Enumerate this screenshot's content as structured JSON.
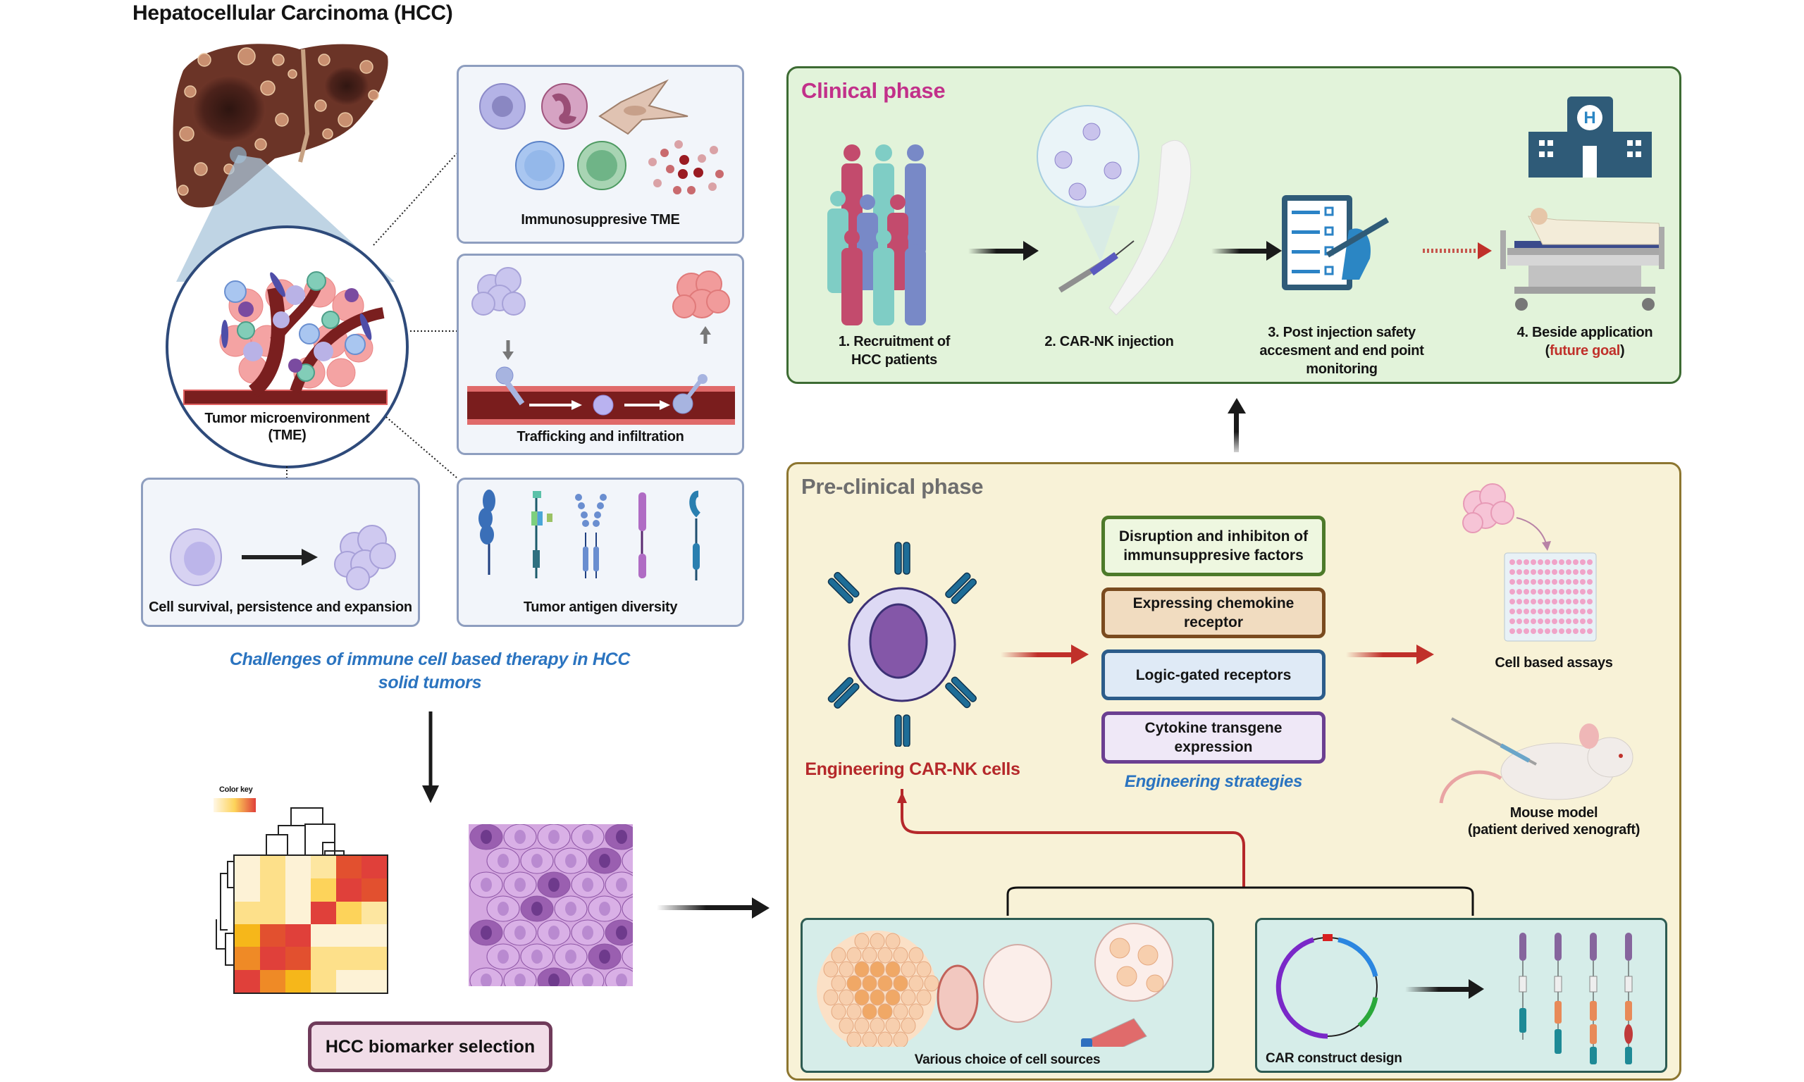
{
  "title": "Hepatocellular Carcinoma (HCC)",
  "left": {
    "tme_label_line1": "Tumor microenvironment",
    "tme_label_line2": "(TME)",
    "panels": {
      "immunosuppressive": "Immunosuppresive TME",
      "trafficking": "Trafficking and infiltration",
      "survival": "Cell survival, persistence and expansion",
      "antigen": "Tumor antigen diversity"
    },
    "challenges_line1": "Challenges of immune cell based therapy in HCC",
    "challenges_line2": "solid tumors",
    "color_key_label": "Color key",
    "biomarker_label": "HCC biomarker selection"
  },
  "heatmap": {
    "rows": [
      [
        "#fdf2d6",
        "#fde08a",
        "#fdf2d6",
        "#fde6a0",
        "#e2502f",
        "#e0403a"
      ],
      [
        "#fdf2d6",
        "#fde08a",
        "#fdf2d6",
        "#fdd35a",
        "#e0403a",
        "#e2502f"
      ],
      [
        "#fde08a",
        "#fde08a",
        "#fdf2d6",
        "#e0403a",
        "#fdd35a",
        "#fde6a0"
      ],
      [
        "#f6b71a",
        "#e2502f",
        "#e0403a",
        "#fdf2d6",
        "#fdf2d6",
        "#fdf2d6"
      ],
      [
        "#ef8a26",
        "#e0403a",
        "#e2502f",
        "#fde08a",
        "#fde08a",
        "#fde08a"
      ],
      [
        "#e0403a",
        "#ef8a26",
        "#f6b71a",
        "#fde08a",
        "#fdf2d6",
        "#fdf2d6"
      ]
    ]
  },
  "clinical": {
    "title": "Clinical phase",
    "title_color": "#c2308a",
    "steps": [
      {
        "line1": "1.  Recruitment of",
        "line2": "HCC patients"
      },
      {
        "line1": "2. CAR-NK injection"
      },
      {
        "line1": "3. Post injection safety",
        "line2": "accesment and end point",
        "line3": "monitoring"
      },
      {
        "line1": "4. Beside application",
        "line2_prefix": "(",
        "line2_highlight": "future goal",
        "line2_suffix": ")"
      }
    ]
  },
  "preclinical": {
    "title": "Pre-clinical phase",
    "title_color": "#6e6e6e",
    "car_nk_label": "Engineering CAR-NK cells",
    "strategies": [
      {
        "line1": "Disruption and inhibiton of",
        "line2": "immunsuppresive factors",
        "border": "#4d7a2a",
        "fill": "#eef7e0"
      },
      {
        "line1": "Expressing chemokine",
        "line2": "receptor",
        "border": "#7a4b1f",
        "fill": "#f1dcc0"
      },
      {
        "line1": "Logic-gated receptors",
        "line2": "",
        "border": "#2c5c8a",
        "fill": "#dfeaf6"
      },
      {
        "line1": "Cytokine transgene",
        "line2": "expression",
        "border": "#6b3f91",
        "fill": "#efe8f7"
      }
    ],
    "strategies_caption": "Engineering strategies",
    "cell_assays_label": "Cell based assays",
    "mouse_line1": "Mouse model",
    "mouse_line2": "(patient derived xenograft)",
    "cell_sources_label": "Various choice of cell sources",
    "car_construct_label": "CAR construct design"
  },
  "colors": {
    "accent_red": "#c0302a",
    "accent_blue": "#2b74c0",
    "hospital": "#2f5b78"
  }
}
